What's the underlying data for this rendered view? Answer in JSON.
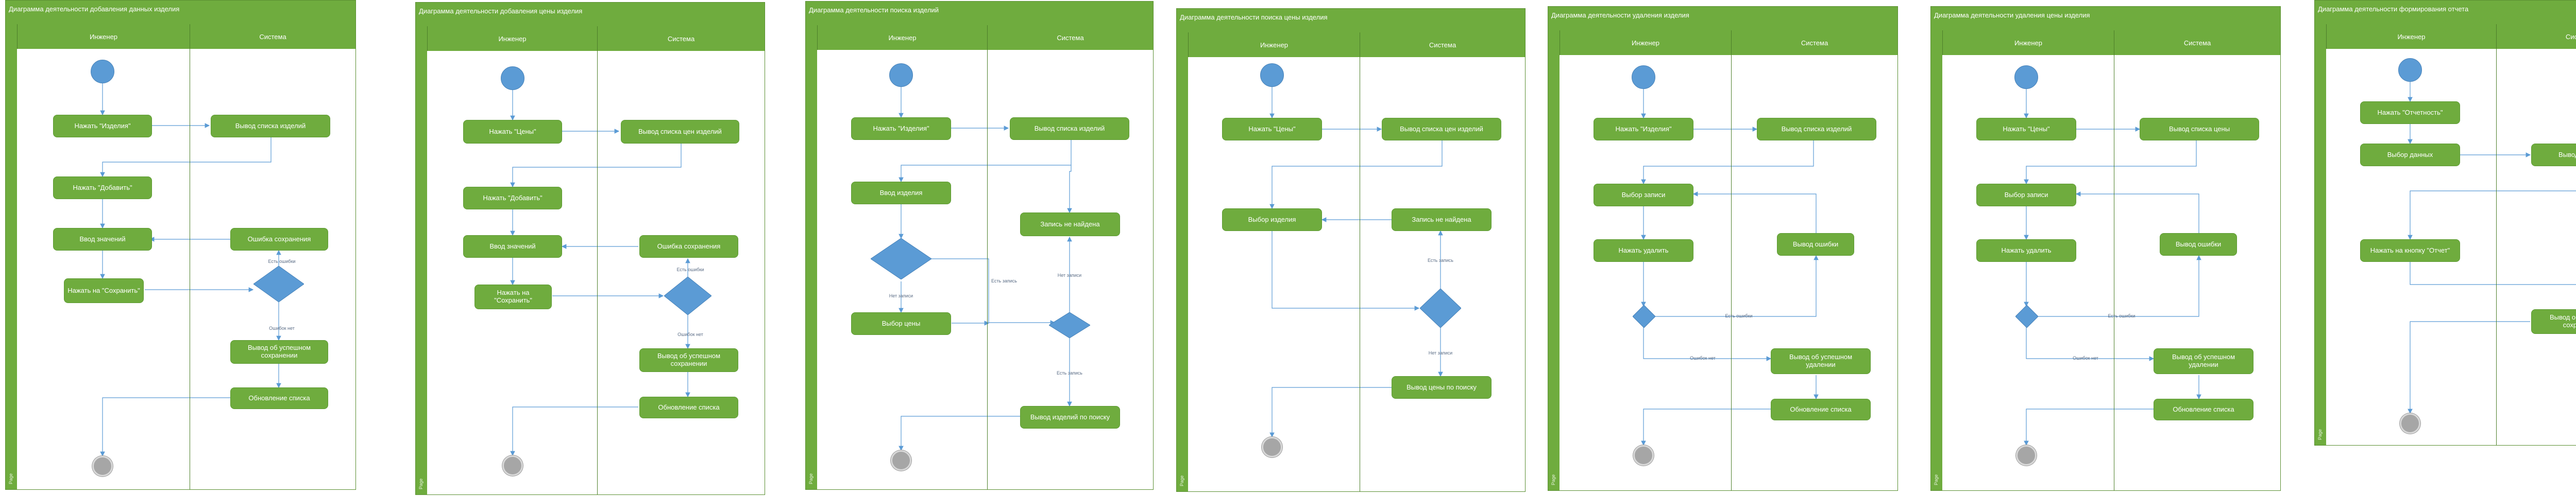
{
  "lanes": {
    "engineer": "Инженер",
    "system": "Система"
  },
  "side_label": "Page",
  "diagrams": [
    {
      "title": "Диаграмма деятельности добавления данных изделия",
      "nodes": {
        "click_products": "Нажать \"Изделия\"",
        "list_products": "Вывод списка изделий",
        "click_add": "Нажать \"Добавить\"",
        "enter_values": "Ввод значений",
        "save_error": "Ошибка сохранения",
        "click_save": "Нажать на \"Сохранить\"",
        "save_success": "Вывод об успешном сохранении",
        "refresh_list": "Обновление списка"
      },
      "guards": {
        "has_errors": "Есть ошибки",
        "no_errors": "Ошибок нет"
      }
    },
    {
      "title": "Диаграмма деятельности добавления цены изделия",
      "nodes": {
        "click_prices": "Нажать \"Цены\"",
        "list_prices": "Вывод списка цен изделий",
        "click_add": "Нажать \"Добавить\"",
        "enter_values": "Ввод значений",
        "save_error": "Ошибка сохранения",
        "click_save": "Нажать на \"Сохранить\"",
        "save_success": "Вывод об успешном сохранении",
        "refresh_list": "Обновление списка"
      },
      "guards": {
        "has_errors": "Есть ошибки",
        "no_errors": "Ошибок нет"
      }
    },
    {
      "title": "Диаграмма деятельности поиска изделий",
      "nodes": {
        "click_products": "Нажать \"Изделия\"",
        "list_products": "Вывод списка изделий",
        "enter_product": "Ввод изделия",
        "not_found": "Запись не найдена",
        "select_price": "Выбор цены",
        "output_by_search": "Вывод изделий по поиску"
      },
      "guards": {
        "not_exists": "Нет записи",
        "exists_left": "Есть запись",
        "not_exists_right": "Нет записи",
        "exists_below": "Есть запись"
      }
    },
    {
      "title": "Диаграмма деятельности поиска цены изделия",
      "nodes": {
        "click_prices": "Нажать \"Цены\"",
        "list_prices": "Вывод списка цен изделий",
        "select_product": "Выбор изделия",
        "not_found": "Запись не найдена",
        "output_by_search": "Вывод цены по поиску"
      },
      "guards": {
        "exists": "Есть запись",
        "not_exists": "Нет записи"
      }
    },
    {
      "title": "Диаграмма деятельности удаления изделия",
      "nodes": {
        "click_products": "Нажать \"Изделия\"",
        "list_products": "Вывод списка изделий",
        "select_record": "Выбор записи",
        "click_delete": "Нажать удалить",
        "error_output": "Вывод ошибки",
        "delete_success": "Вывод об успешном удалении",
        "refresh_list": "Обновление списка"
      },
      "guards": {
        "has_errors": "Есть ошибки",
        "no_errors": "Ошибок нет"
      }
    },
    {
      "title": "Диаграмма деятельности удаления цены изделия",
      "nodes": {
        "click_prices": "Нажать \"Цены\"",
        "list_prices": "Вывод списка цены",
        "select_record": "Выбор записи",
        "click_delete": "Нажать удалить",
        "error_output": "Вывод ошибки",
        "delete_success": "Вывод об успешном удалении",
        "refresh_list": "Обновление списка"
      },
      "guards": {
        "has_errors": "Есть ошибки",
        "no_errors": "Ошибок нет"
      }
    },
    {
      "title": "Диаграмма деятельности формирования отчета",
      "nodes": {
        "click_reports": "Нажать \"Отчетность\"",
        "select_data": "Выбор данных",
        "output_data": "Вывод данных",
        "click_report": "Нажать на кнопку \"Отчет\"",
        "report_success": "Вывод об успешном сохранении"
      },
      "guards": {}
    }
  ]
}
